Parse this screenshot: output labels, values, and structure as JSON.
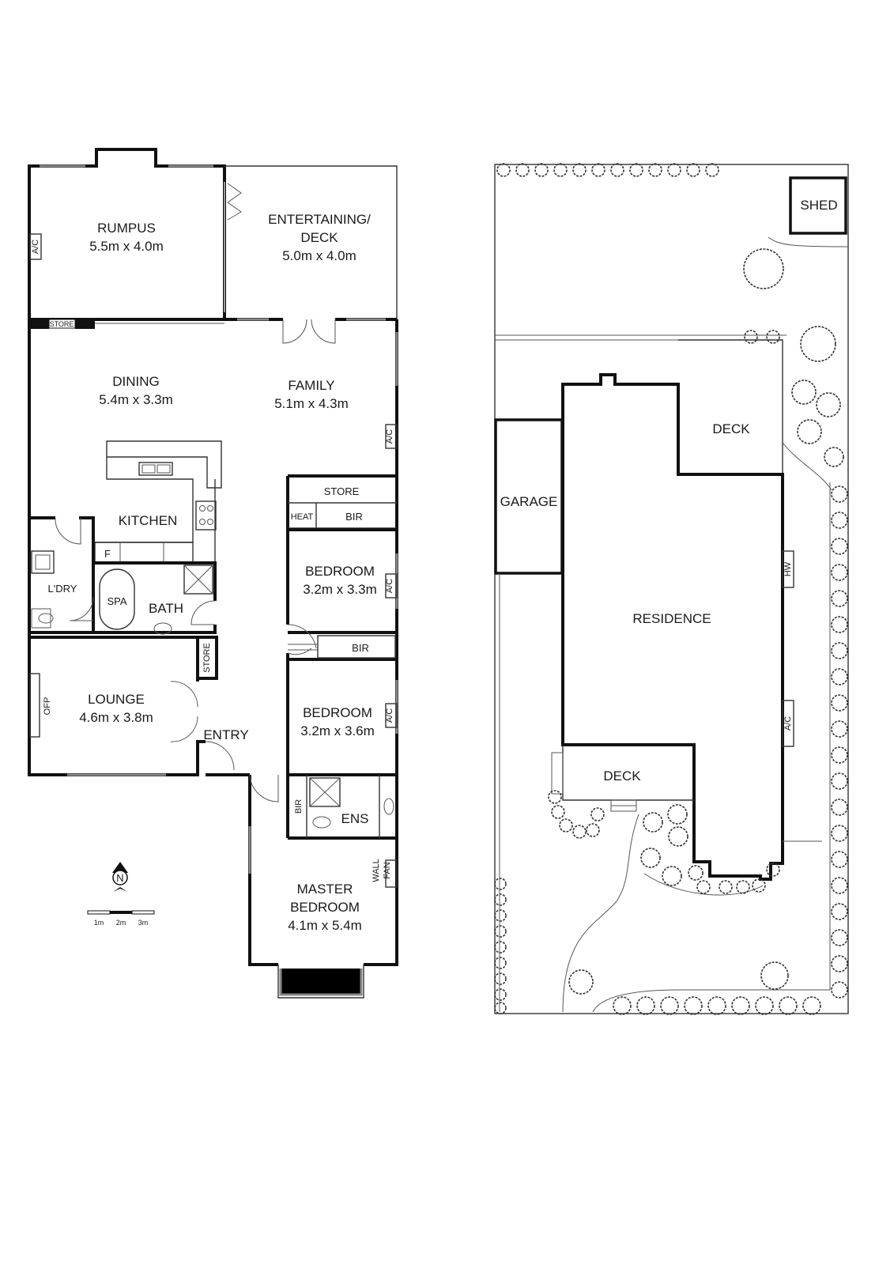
{
  "floor_plan": {
    "rooms": {
      "rumpus": {
        "name": "RUMPUS",
        "size": "5.5m x 4.0m"
      },
      "entertaining": {
        "name_1": "ENTERTAINING/",
        "name_2": "DECK",
        "size": "5.0m x 4.0m"
      },
      "dining": {
        "name": "DINING",
        "size": "5.4m x 3.3m"
      },
      "family": {
        "name": "FAMILY",
        "size": "5.1m x 4.3m"
      },
      "kitchen": {
        "name": "KITCHEN"
      },
      "store_top": {
        "name": "STORE"
      },
      "heat": {
        "name": "HEAT"
      },
      "bir1": {
        "name": "BIR"
      },
      "bedroom1": {
        "name": "BEDROOM",
        "size": "3.2m x 3.3m"
      },
      "bir2": {
        "name": "BIR"
      },
      "bedroom2": {
        "name": "BEDROOM",
        "size": "3.2m x 3.6m"
      },
      "ldry": {
        "name": "L'DRY"
      },
      "spa": {
        "name": "SPA"
      },
      "bath": {
        "name": "BATH"
      },
      "lounge": {
        "name": "LOUNGE",
        "size": "4.6m x 3.8m"
      },
      "store_hall": {
        "name": "STORE"
      },
      "entry": {
        "name": "ENTRY"
      },
      "bir3": {
        "name": "BIR"
      },
      "ens": {
        "name": "ENS"
      },
      "master": {
        "name_1": "MASTER",
        "name_2": "BEDROOM",
        "size": "4.1m x 5.4m"
      }
    },
    "fixtures": {
      "ac_rumpus": "A/C",
      "store_small": "STORE",
      "ac_family": "A/C",
      "fridge": "F",
      "ac_bed1": "A/C",
      "ac_bed2": "A/C",
      "ofp": "OFP",
      "wall_fan_1": "WALL",
      "wall_fan_2": "FAN"
    },
    "compass": "N",
    "scale": [
      "1m",
      "2m",
      "3m"
    ]
  },
  "site_plan": {
    "shed": "SHED",
    "deck_top": "DECK",
    "garage": "GARAGE",
    "residence": "RESIDENCE",
    "hw": "HW",
    "ac": "A/C",
    "deck_bottom": "DECK"
  }
}
